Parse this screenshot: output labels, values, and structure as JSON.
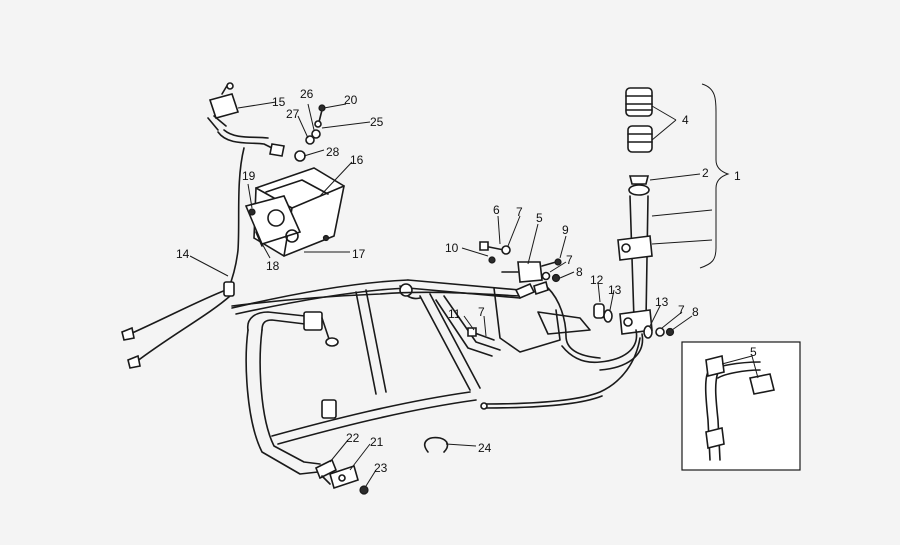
{
  "diagram": {
    "callouts": [
      {
        "id": "c1",
        "label": "1"
      },
      {
        "id": "c2",
        "label": "2"
      },
      {
        "id": "c4",
        "label": "4"
      },
      {
        "id": "c5",
        "label": "5"
      },
      {
        "id": "c6",
        "label": "6"
      },
      {
        "id": "c7a",
        "label": "7"
      },
      {
        "id": "c7b",
        "label": "7"
      },
      {
        "id": "c7c",
        "label": "7"
      },
      {
        "id": "c7d",
        "label": "7"
      },
      {
        "id": "c8a",
        "label": "8"
      },
      {
        "id": "c8b",
        "label": "8"
      },
      {
        "id": "c9",
        "label": "9"
      },
      {
        "id": "c10",
        "label": "10"
      },
      {
        "id": "c11",
        "label": "11"
      },
      {
        "id": "c12",
        "label": "12"
      },
      {
        "id": "c13a",
        "label": "13"
      },
      {
        "id": "c13b",
        "label": "13"
      },
      {
        "id": "c14",
        "label": "14"
      },
      {
        "id": "c15",
        "label": "15"
      },
      {
        "id": "c16",
        "label": "16"
      },
      {
        "id": "c17",
        "label": "17"
      },
      {
        "id": "c18",
        "label": "18"
      },
      {
        "id": "c19",
        "label": "19"
      },
      {
        "id": "c20",
        "label": "20"
      },
      {
        "id": "c21",
        "label": "21"
      },
      {
        "id": "c22",
        "label": "22"
      },
      {
        "id": "c23",
        "label": "23"
      },
      {
        "id": "c24",
        "label": "24"
      },
      {
        "id": "c25",
        "label": "25"
      },
      {
        "id": "c26",
        "label": "26"
      },
      {
        "id": "c27",
        "label": "27"
      },
      {
        "id": "c28",
        "label": "28"
      },
      {
        "id": "c5-inset",
        "label": "5"
      }
    ]
  }
}
